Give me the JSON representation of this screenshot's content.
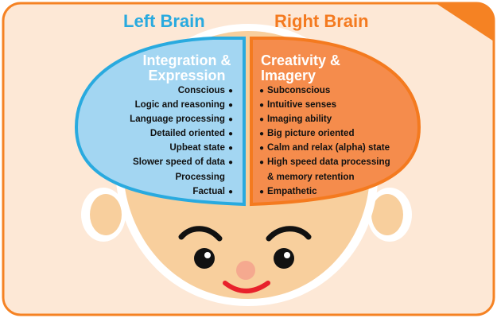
{
  "left_brain": {
    "title": "Left Brain",
    "heading_line1": "Integration &",
    "heading_line2": "Expression",
    "items": [
      "Conscious",
      "Logic and reasoning",
      "Language processing",
      "Detailed oriented",
      "Upbeat state",
      "Slower speed of data",
      "Processing",
      "Factual"
    ],
    "unbulleted_item_index": 6
  },
  "right_brain": {
    "title": "Right Brain",
    "heading_line1": "Creativity &",
    "heading_line2": "Imagery",
    "items": [
      "Subconscious",
      "Intuitive senses",
      "Imaging ability",
      "Big picture oriented",
      "Calm and relax (alpha) state",
      "High speed data processing",
      "& memory retention",
      "Empathetic"
    ],
    "unbulleted_item_index": 6
  },
  "colors": {
    "left_accent": "#29aadf",
    "left_fill": "#a3d6f2",
    "right_accent": "#f47a1f",
    "right_fill": "#f58c4c",
    "face": "#f8cf9d",
    "panel_bg": "#fde8d6",
    "mouth": "#e8212b",
    "nose": "#f5a98f"
  },
  "icons": {
    "corner": "orange-corner-flag-icon",
    "face": "cartoon-face-icon"
  }
}
